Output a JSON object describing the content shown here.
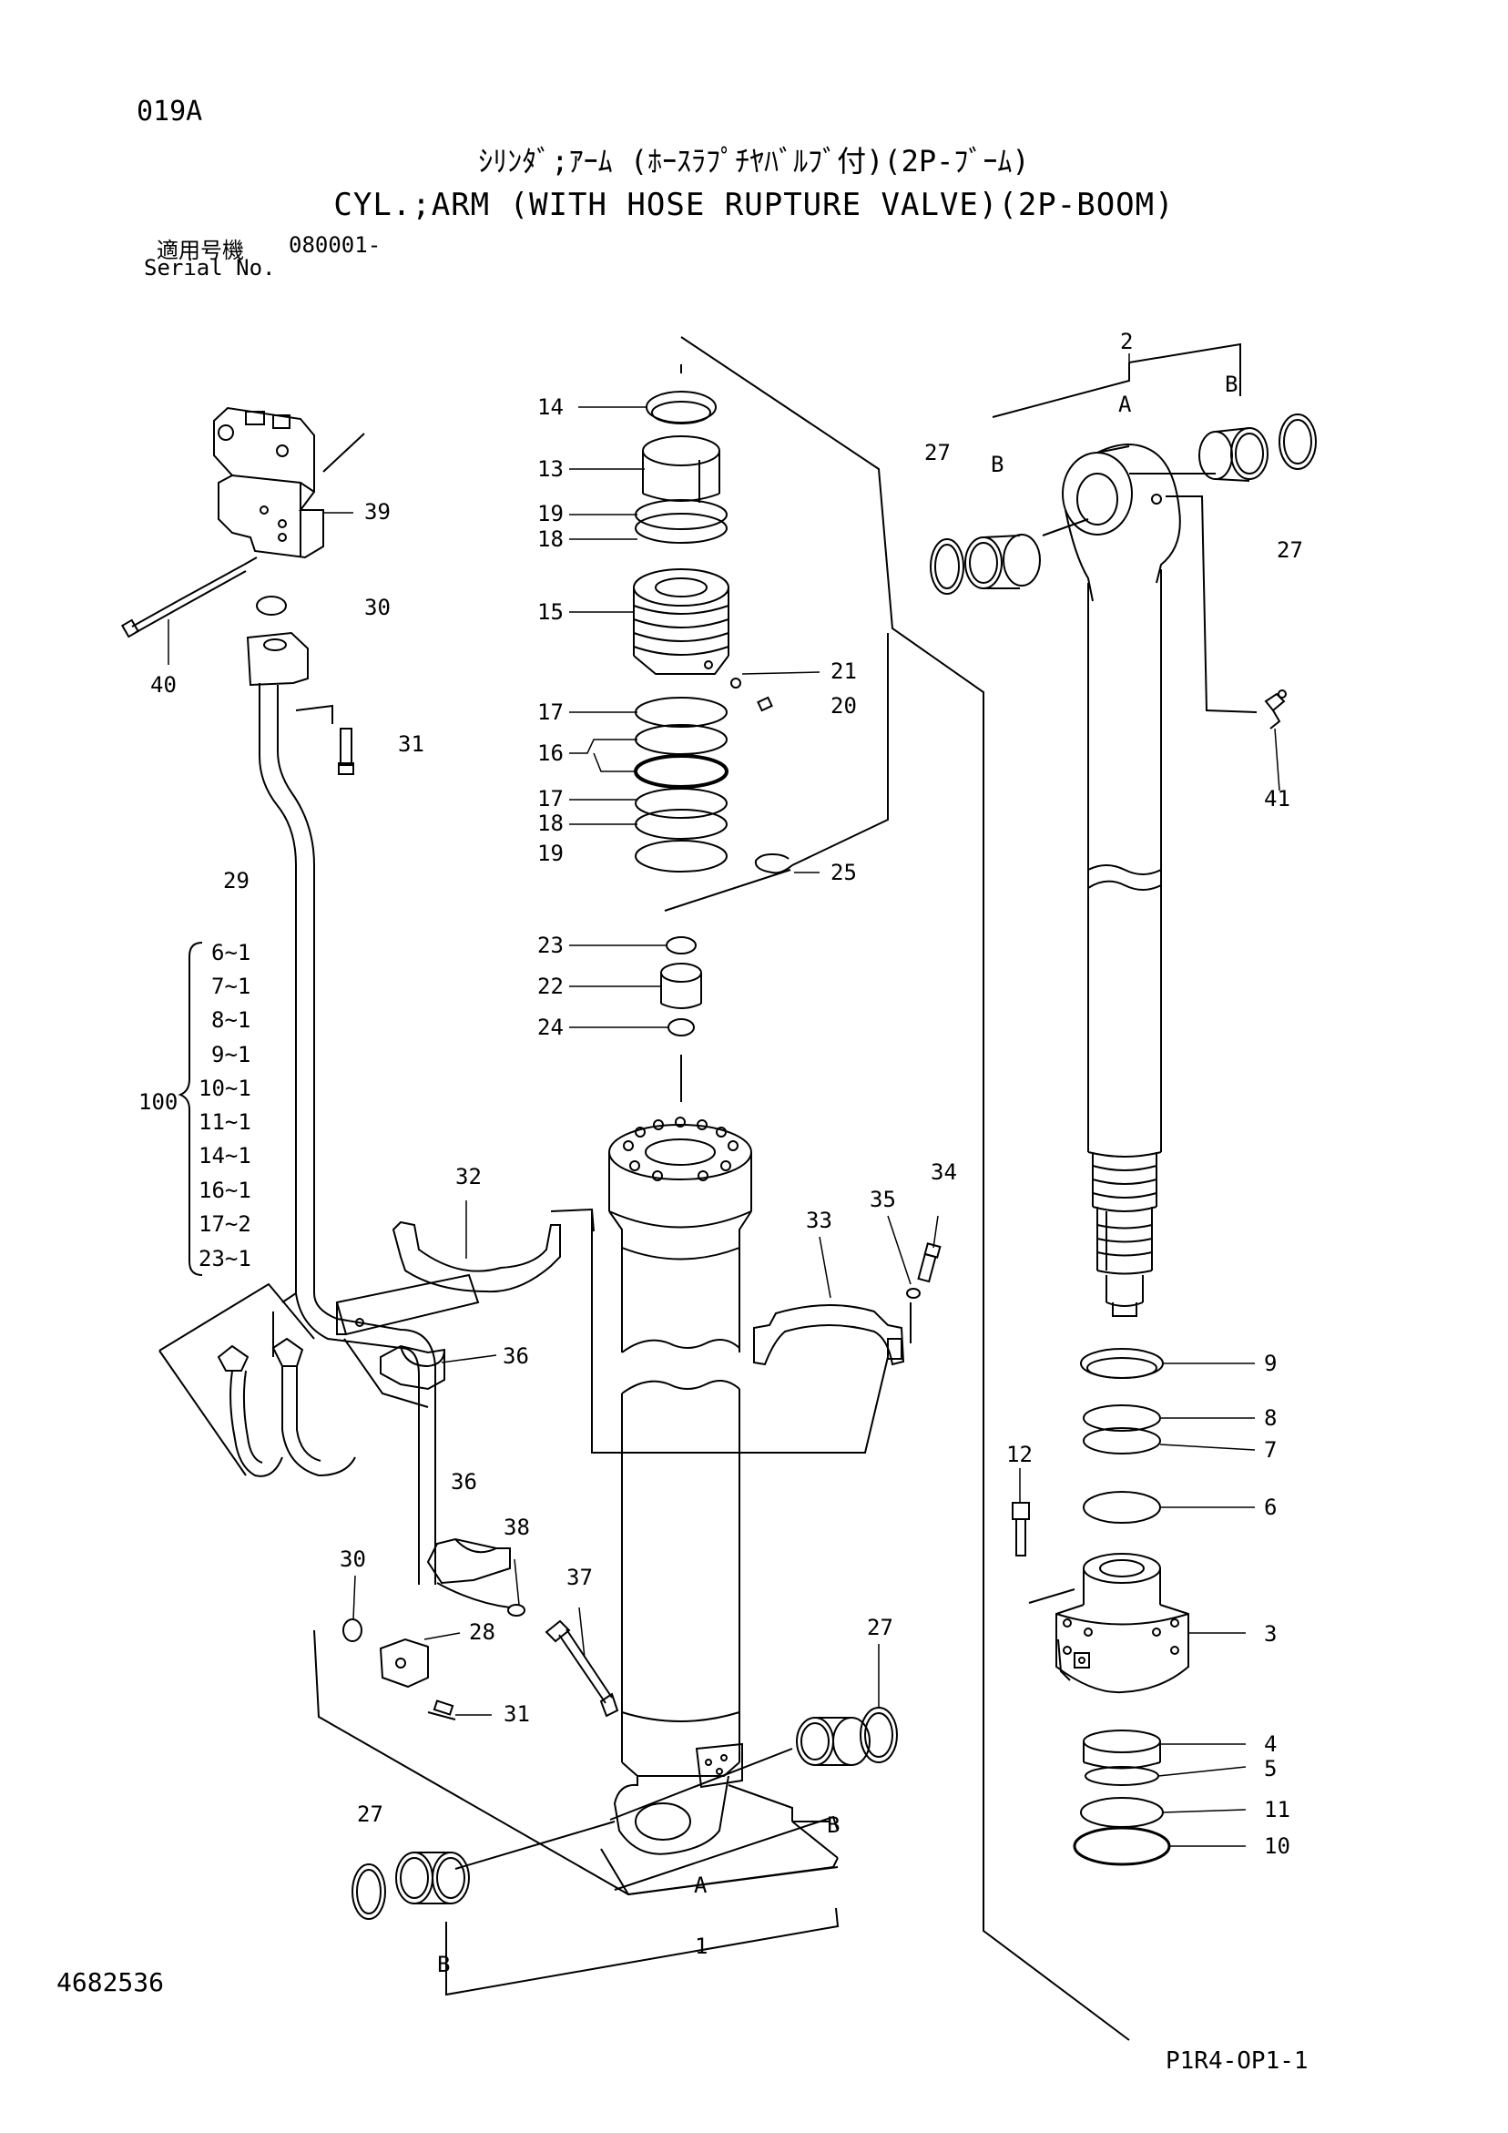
{
  "header": {
    "code": "019A",
    "title_jp": "ｼﾘﾝﾀﾞ;ｱｰﾑ (ﾎｰｽﾗﾌﾟﾁﾔﾊﾞﾙﾌﾞ付)(2P-ﾌﾞｰﾑ)",
    "title_en": "CYL.;ARM (WITH HOSE RUPTURE VALVE)(2P-BOOM)",
    "serial_label_jp": "適用号機",
    "serial_number": "080001-",
    "serial_label_en": "Serial No."
  },
  "footer": {
    "doc_number": "4682536",
    "page_ref": "P1R4-OP1-1"
  },
  "callouts": {
    "c1": "1",
    "c2": "2",
    "c3": "3",
    "c4": "4",
    "c5": "5",
    "c6": "6",
    "c7": "7",
    "c8": "8",
    "c9": "9",
    "c10": "10",
    "c11": "11",
    "c12": "12",
    "c13": "13",
    "c14": "14",
    "c15": "15",
    "c16": "16",
    "c17": "17",
    "c18": "18",
    "c19": "19",
    "c20": "20",
    "c21": "21",
    "c22": "22",
    "c23": "23",
    "c24": "24",
    "c25": "25",
    "c27": "27",
    "c28": "28",
    "c29": "29",
    "c30": "30",
    "c31": "31",
    "c32": "32",
    "c33": "33",
    "c34": "34",
    "c35": "35",
    "c36": "36",
    "c37": "37",
    "c38": "38",
    "c39": "39",
    "c40": "40",
    "c41": "41"
  },
  "markers": {
    "a": "A",
    "b": "B"
  },
  "kit": {
    "label": "100",
    "items": [
      "6~1",
      "7~1",
      "8~1",
      "9~1",
      "10~1",
      "11~1",
      "14~1",
      "16~1",
      "17~2",
      "23~1"
    ]
  }
}
